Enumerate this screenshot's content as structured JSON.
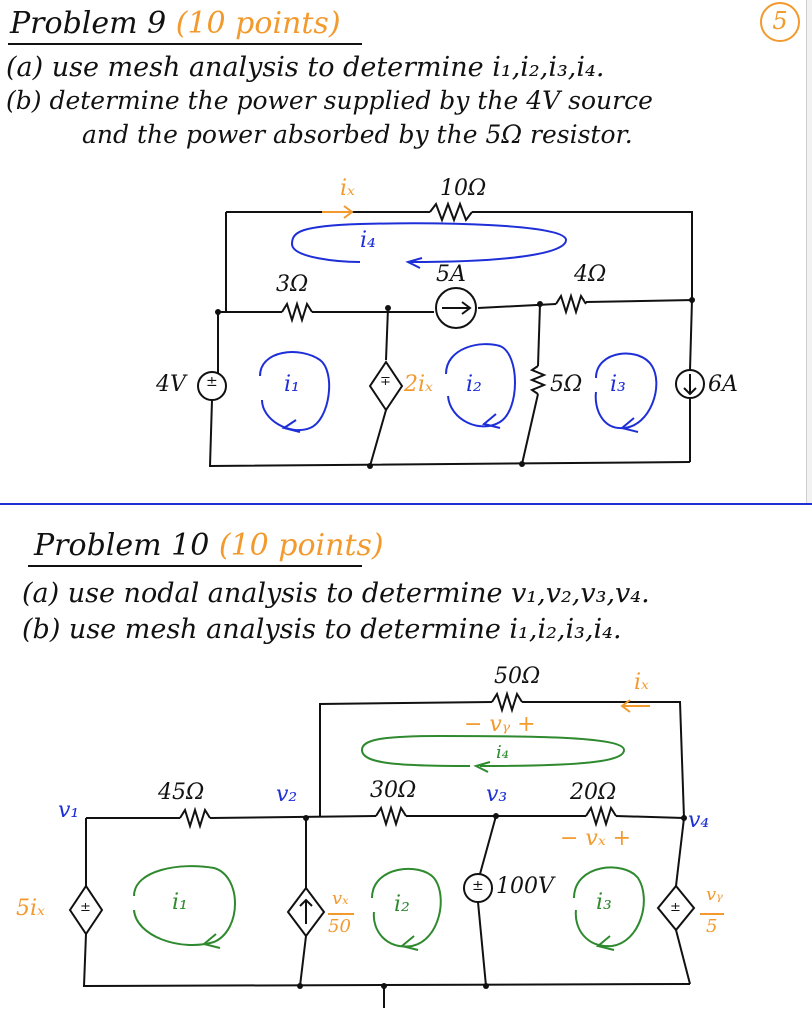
{
  "problem9": {
    "title_prefix": "Problem 9",
    "points": "(10 points)",
    "score": "5",
    "line_a": "(a) use mesh analysis to determine i₁,i₂,i₃,i₄.",
    "line_b1": "(b) determine the power supplied by the 4V source",
    "line_b2": "and the power absorbed by the 5Ω resistor.",
    "circuit": {
      "ix": "iₓ",
      "r10": "10Ω",
      "i4": "i₄",
      "r3": "3Ω",
      "cs5": "5A",
      "r4": "4Ω",
      "v4": "4V",
      "i1": "i₁",
      "dep": "2iₓ",
      "i2": "i₂",
      "r5": "5Ω",
      "i3": "i₃",
      "cs6": "6A"
    }
  },
  "problem10": {
    "title_prefix": "Problem 10",
    "points": "(10 points)",
    "line_a": "(a) use nodal analysis to determine v₁,v₂,v₃,v₄.",
    "line_b": "(b) use mesh analysis to determine i₁,i₂,i₃,i₄.",
    "circuit": {
      "r50": "50Ω",
      "ix": "iₓ",
      "vy": "− vᵧ +",
      "i4": "i₄",
      "r45": "45Ω",
      "v2": "v₂",
      "r30": "30Ω",
      "v3": "v₃",
      "r20": "20Ω",
      "v1": "v₁",
      "v4": "v₄",
      "vx": "− vₓ +",
      "dep_v": "5iₓ",
      "i1": "i₁",
      "dep_i_num": "vₓ",
      "dep_i_den": "50",
      "i2": "i₂",
      "src100": "100V",
      "i3": "i₃",
      "dep_v2_num": "vᵧ",
      "dep_v2_den": "5"
    }
  },
  "colors": {
    "ink": "#111111",
    "orange": "#f29a2e",
    "blue": "#1e2fd8",
    "green": "#2f8a2f"
  }
}
